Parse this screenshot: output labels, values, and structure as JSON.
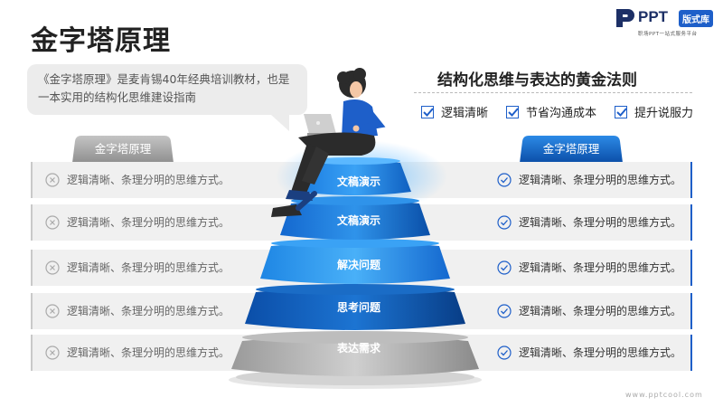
{
  "page": {
    "title": "金字塔原理",
    "intro": "《金字塔原理》是麦肯锡40年经典培训教材，也是一本实用的结构化思维建设指南"
  },
  "logo": {
    "brand": "PPT",
    "badge": "版式库",
    "tagline": "职场PPT一站式服务平台"
  },
  "rules": {
    "title": "结构化思维与表达的黄金法则",
    "items": [
      {
        "label": "逻辑清晰"
      },
      {
        "label": "节省沟通成本"
      },
      {
        "label": "提升说服力"
      }
    ]
  },
  "tabs": {
    "left": "金字塔原理",
    "right": "金字塔原理"
  },
  "pyramid": {
    "levels": [
      {
        "label": "文稿演示"
      },
      {
        "label": "文稿演示"
      },
      {
        "label": "解决问题"
      },
      {
        "label": "思考问题"
      },
      {
        "label": "表达需求"
      }
    ]
  },
  "rows": [
    {
      "left": "逻辑清晰、条理分明的思维方式。",
      "right": "逻辑清晰、条理分明的思维方式。"
    },
    {
      "left": "逻辑清晰、条理分明的思维方式。",
      "right": "逻辑清晰、条理分明的思维方式。"
    },
    {
      "left": "逻辑清晰、条理分明的思维方式。",
      "right": "逻辑清晰、条理分明的思维方式。"
    },
    {
      "left": "逻辑清晰、条理分明的思维方式。",
      "right": "逻辑清晰、条理分明的思维方式。"
    },
    {
      "left": "逻辑清晰、条理分明的思维方式。",
      "right": "逻辑清晰、条理分明的思维方式。"
    }
  ],
  "footer": "www.pptcool.com",
  "colors": {
    "accent": "#1e5fc9",
    "dark_blue": "#0d4fa3",
    "light_blue": "#2e8de0",
    "gray": "#a9a9a9",
    "row_bg": "#f0f0f0"
  }
}
